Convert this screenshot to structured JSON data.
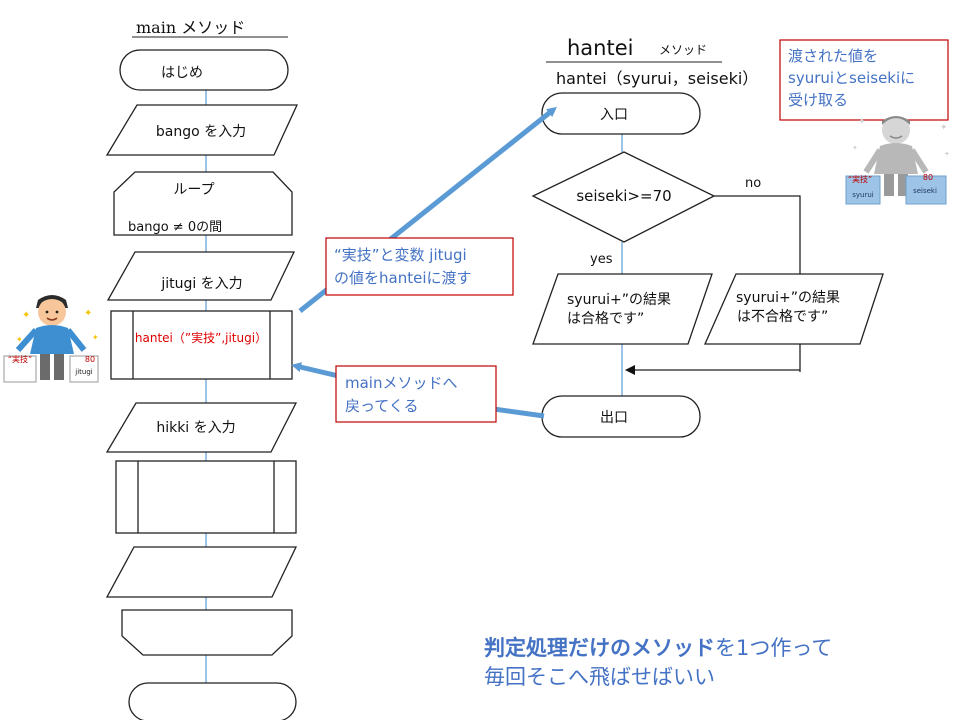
{
  "main_flow": {
    "title": "main メソッド",
    "start": "はじめ",
    "input_bango": "bango を入力",
    "loop": "ループ",
    "loop_cond": "bango ≠ 0の間",
    "input_jitugi": "jitugi を入力",
    "call_hantei": "hantei（”実技”,jitugi）",
    "input_hikki": "hikki を入力"
  },
  "hantei_flow": {
    "title": "hantei",
    "title_sub": "メソッド",
    "signature": "hantei（syurui，seiseki）",
    "entry": "入口",
    "condition": "seiseki>=70",
    "no_label": "no",
    "yes_label": "yes",
    "pass_line1": "syurui+”の結果",
    "pass_line2": "は合格です”",
    "fail_line1": "syurui+”の結果",
    "fail_line2": "は不合格です”",
    "exit": "出口"
  },
  "notes": {
    "receive_line1": "渡された値を",
    "receive_line2": "syuruiとseisekiに",
    "receive_line3": "受け取る",
    "pass_line1": "“実技”と変数 jitugi",
    "pass_line2": "の値をhanteiに渡す",
    "return_line1": "mainメソッドへ",
    "return_line2": "戻ってくる"
  },
  "boxes": {
    "left_box_a": "“実技”",
    "left_box_b": "80",
    "left_box_b_label": "jitugi",
    "right_box_a": "“実技”",
    "right_box_a_label": "syurui",
    "right_box_b": "80",
    "right_box_b_label": "seiseki"
  },
  "bottom": {
    "emphasis": "判定処理だけのメソッド",
    "rest": "を1つ作って",
    "line2": "毎回そこへ飛ばせばいい"
  },
  "colors": {
    "arrow_blue": "#5b9bd5",
    "connector_blue": "#9dc3e6",
    "note_border": "#c00000",
    "note_text": "#4472c4",
    "call_text": "#e00000"
  }
}
